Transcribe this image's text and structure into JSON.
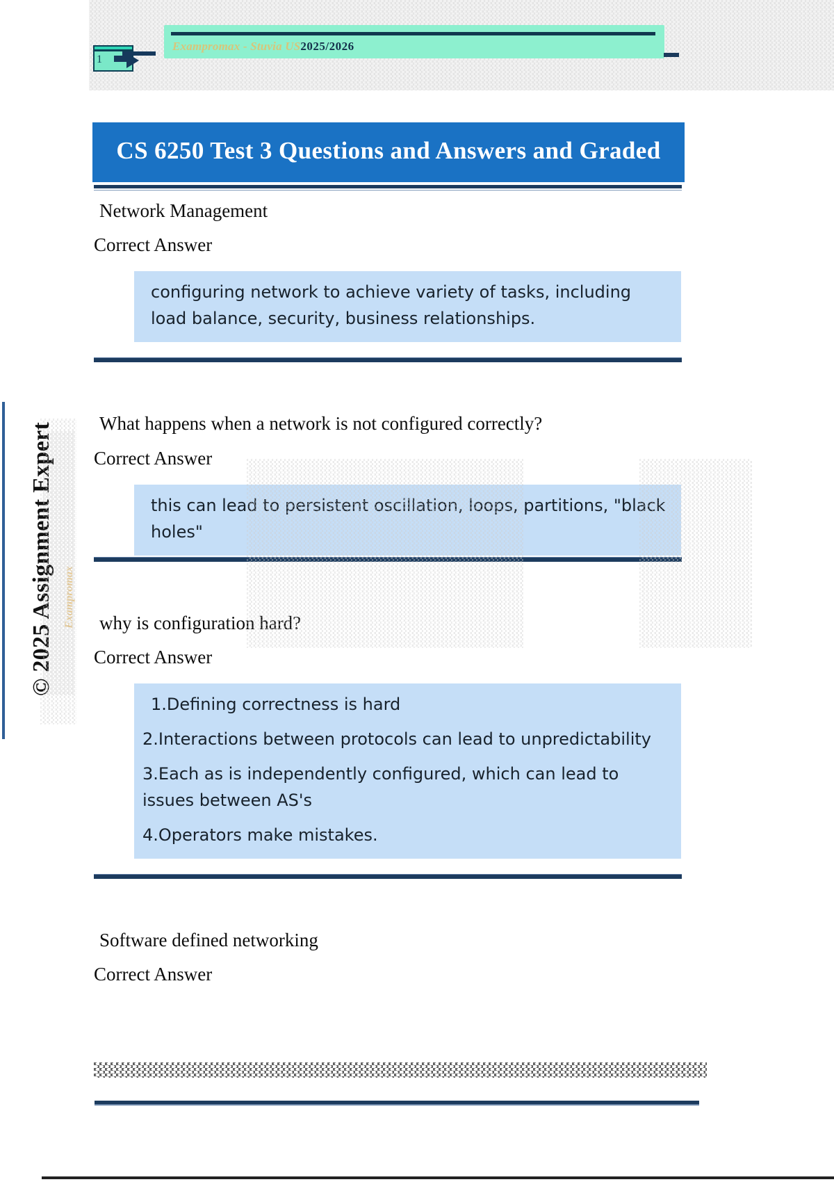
{
  "header": {
    "site_name": "Exampromax - Stuvia US",
    "academic_year": "2025/2026",
    "page_number": "1",
    "page_tab_icon": "arrow-tab-icon"
  },
  "watermark": {
    "copyright": "© 2025 Assignment Expert",
    "faint_text": "Exampromax"
  },
  "document": {
    "title": "CS 6250 Test 3 Questions and Answers and Graded",
    "answer_label": "Correct Answer",
    "blocks": [
      {
        "question": "Network Management",
        "answer_label": "Correct Answer",
        "answer_lines": [
          "configuring network to achieve variety of tasks, including load balance, security, business relationships."
        ]
      },
      {
        "question": "What happens when a network is not configured correctly?",
        "answer_label": "Correct Answer",
        "answer_lines": [
          "this can lead to persistent oscillation, loops, partitions, \"black holes\""
        ]
      },
      {
        "question": "why is configuration hard?",
        "answer_label": "Correct Answer",
        "answer_lines": [
          "1.Defining correctness is hard",
          "2.Interactions between protocols can lead to unpredictability",
          "3.Each as is independently configured, which can lead to issues between AS's",
          "4.Operators make mistakes."
        ]
      },
      {
        "question": "Software defined networking",
        "answer_label": "Correct Answer",
        "answer_lines": []
      }
    ]
  },
  "colors": {
    "title_banner": "#1a72c4",
    "answer_highlight": "#c5def7",
    "rule_navy": "#1c3b5e",
    "header_band": "#8df0cf",
    "header_site_text": "#d8c57a",
    "header_year_text": "#13304a",
    "watermark_faint": "#d9a441"
  }
}
